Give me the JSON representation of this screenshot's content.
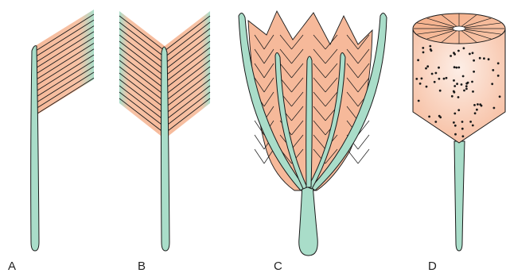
{
  "labels": {
    "a": "A",
    "b": "B",
    "c": "C",
    "d": "D"
  },
  "colors": {
    "tendon": "#a9ddc9",
    "muscle": "#f6b99a",
    "muscle_light": "#fde3d4",
    "outline": "#1a1a1a",
    "background": "#ffffff"
  }
}
